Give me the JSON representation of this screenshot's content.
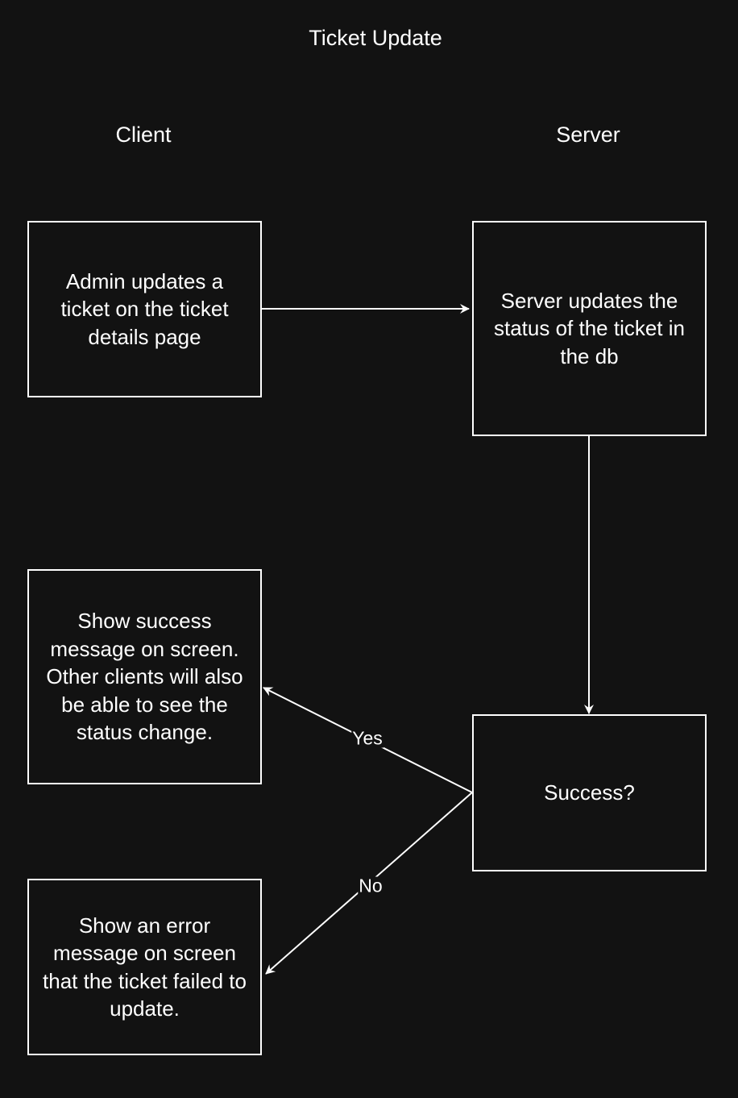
{
  "title": "Ticket Update",
  "lanes": {
    "client": "Client",
    "server": "Server"
  },
  "nodes": {
    "admin_update": "Admin updates a\nticket on the ticket\ndetails page",
    "server_update": "Server updates the\nstatus of the ticket in\nthe db",
    "success_check": "Success?",
    "show_success": "Show success\nmessage on screen.\nOther clients will also\nbe able to see the\nstatus change.",
    "show_error": "Show an error\nmessage on screen\nthat the ticket failed to\nupdate."
  },
  "edges": {
    "yes_label": "Yes",
    "no_label": "No"
  },
  "colors": {
    "background": "#121212",
    "foreground": "#ffffff"
  }
}
